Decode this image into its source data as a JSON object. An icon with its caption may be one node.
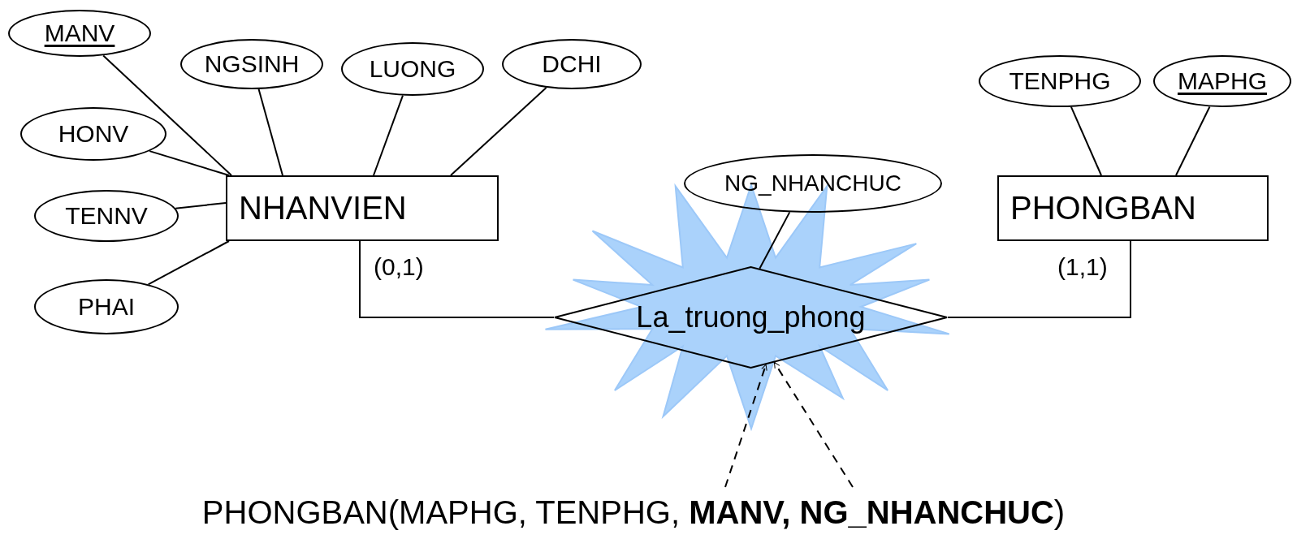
{
  "diagram": {
    "nodes": [
      {
        "text": [
          "MANV"
        ]
      },
      {
        "text": [
          "NGSINH"
        ]
      },
      {
        "text": [
          "LUONG"
        ]
      },
      {
        "text": [
          "DCHI"
        ]
      },
      {
        "text": [
          "HONV"
        ]
      },
      {
        "text": [
          "TENNV"
        ]
      },
      {
        "text": [
          "PHAI"
        ]
      },
      {
        "text": [
          "NHANVIEN"
        ]
      },
      {
        "text": [
          "NG_NHANCHUC"
        ]
      },
      {
        "text": [
          "TENPHG"
        ]
      },
      {
        "text": [
          "MAPHG"
        ]
      },
      {
        "text": [
          "PHONGBAN"
        ]
      },
      {
        "text": [
          "La_truong_phong"
        ]
      },
      {
        "text": [
          "PHONGBAN(MAPHG, TENPHG, **MANV, NG_NHANCHUC**)"
        ]
      }
    ],
    "edges": [
      {
        "from": 0,
        "to": 7,
        "arrow": "none"
      },
      {
        "from": 1,
        "to": 7,
        "arrow": "none"
      },
      {
        "from": 2,
        "to": 7,
        "arrow": "none"
      },
      {
        "from": 3,
        "to": 7,
        "arrow": "none"
      },
      {
        "from": 4,
        "to": 7,
        "arrow": "none"
      },
      {
        "from": 5,
        "to": 7,
        "arrow": "none"
      },
      {
        "from": 6,
        "to": 7,
        "arrow": "none"
      },
      {
        "from": 9,
        "to": 11,
        "arrow": "none"
      },
      {
        "from": 10,
        "to": 11,
        "arrow": "none"
      },
      {
        "from": 8,
        "to": 12,
        "arrow": "none"
      },
      {
        "from": 7,
        "to": 12,
        "arrow": "none",
        "label": "(0,1)"
      },
      {
        "from": 11,
        "to": 12,
        "arrow": "none",
        "label": "(1,1)"
      },
      {
        "from": 13,
        "to": 12,
        "arrow": "to",
        "style": "dashed"
      },
      {
        "from": 13,
        "to": 12,
        "arrow": "to",
        "style": "dashed"
      }
    ]
  }
}
